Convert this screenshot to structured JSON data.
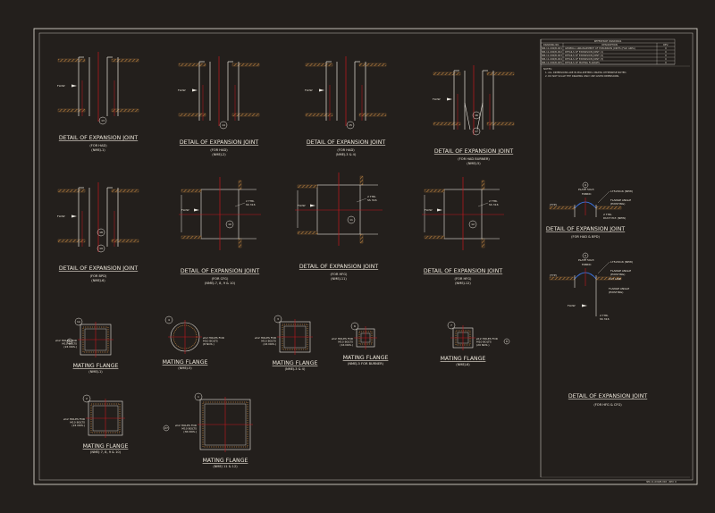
{
  "colors": {
    "background": "#231f1c",
    "line": "#e8e4dc",
    "centerline": "#c4161c",
    "hatch": "#b07a3c",
    "gray": "#8a8580"
  },
  "common": {
    "flow": "FLOW",
    "fabric": "FABRIC",
    "thk_ss316": [
      "2 THK.",
      "SS 316"
    ]
  },
  "details": [
    {
      "title": "DETAIL OF EXPANSION JOINT",
      "subs": [
        "(FOR HAD)",
        "(NMEJ-1)"
      ],
      "tag": "13"
    },
    {
      "title": "DETAIL OF EXPANSION JOINT",
      "subs": [
        "(FOR HAD)",
        "(NMEJ-2)"
      ],
      "tag": "14"
    },
    {
      "title": "DETAIL OF EXPANSION JOINT",
      "subs": [
        "(FOR HAD)",
        "(NMEJ-3 & 4)"
      ],
      "tag": "15"
    },
    {
      "title": "DETAIL OF EXPANSION JOINT",
      "subs": [
        "(FOR HAD BURNER)",
        "(NMEJ-5)"
      ],
      "tags": [
        "16",
        "17"
      ]
    },
    {
      "title": "DETAIL OF EXPANSION JOINT",
      "subs": [
        "(FOR BPD)",
        "(NMEJ-6)"
      ],
      "tags": [
        "18",
        "19"
      ]
    },
    {
      "title": "DETAIL OF EXPANSION JOINT",
      "subs": [
        "(FOR CFG)",
        "(NMEJ-7, 8, 9 & 10)"
      ],
      "tag": "10"
    },
    {
      "title": "DETAIL OF EXPANSION JOINT",
      "subs": [
        "(FOR HFG)",
        "(NMEJ-11)"
      ],
      "tag": "11"
    },
    {
      "title": "DETAIL OF EXPANSION JOINT",
      "subs": [
        "(FOR HFG)",
        "(NMEJ-12)"
      ],
      "tag": "12"
    }
  ],
  "flanges": [
    {
      "title": "MATING FLANGE",
      "sub": "(NMEJ-1)",
      "tags": [
        "24",
        "1A"
      ],
      "holes": [
        "ø12 HOLES FOR",
        "M10 BOLTS",
        "(24 NOS.)"
      ]
    },
    {
      "title": "MATING FLANGE",
      "sub": "(NMEJ-5)",
      "tags": [
        "4"
      ],
      "holes": [
        "ø12 HOLES FOR",
        "M10 BOLTS",
        "(8 NOS.)"
      ]
    },
    {
      "title": "MATING FLANGE",
      "sub": "(NMEJ-3 & 4)",
      "tags": [
        "3"
      ],
      "holes": [
        "ø12 HOLES FOR",
        "M10 BOLTS",
        "(24 NOS.)"
      ]
    },
    {
      "title": "MATING FLANGE",
      "sub": "(NMEJ-5 FOR BURNER)",
      "tags": [
        "6"
      ],
      "holes": [
        "ø12 HOLES FOR",
        "M10 BOLTS",
        "(16 NOS.)"
      ]
    },
    {
      "title": "MATING FLANGE",
      "sub": "(NMEJ-6)",
      "tags": [
        "7",
        "8"
      ],
      "holes": [
        "ø12 HOLES FOR",
        "M10 BOLTS",
        "(20 NOS.)"
      ]
    },
    {
      "title": "MATING FLANGE",
      "sub": "(NMEJ 7, 8, 9 & 10)",
      "tags": [
        "2"
      ],
      "holes": [
        "ø12 HOLES FOR",
        "M10 BOLTS",
        "(24 NOS.)"
      ]
    },
    {
      "title": "MATING FLANGE",
      "sub": "(NMEJ 11 & 12)",
      "tags": [
        "1",
        "27"
      ],
      "holes": [
        "ø12 HOLES FOR",
        "M10 BOLTS",
        "(36 NOS.)"
      ]
    }
  ],
  "sections": [
    {
      "title": "DETAIL OF EXPANSION JOINT",
      "sub": "(FOR HAD & BPD)",
      "tag": "9",
      "plate": "PLATE 50x3",
      "angle1": "L75x50x6 (NEW)",
      "angle2": [
        "FLANGE ANGLE",
        "(EXISTING)"
      ],
      "duct": [
        "2 THK.",
        "DUCT PLT. (NEW)"
      ],
      "typ": "(TYP)"
    },
    {
      "tag": "9",
      "plate": "PLATE 50x3",
      "angle1": "L75x50x6 (NEW)",
      "cut": "CUT LINE",
      "angle2": [
        "FLANGE ANGLE",
        "(EXISTING)"
      ],
      "thk": [
        "2 THK.",
        "SS 316"
      ],
      "typ": "(TYP)",
      "flow": "FLOW"
    }
  ],
  "right_title": {
    "title": "DETAIL OF EXPANSION JOINT",
    "sub": "(FOR HFG & CFG)"
  },
  "ref_table": {
    "title": "REFERENCE DRAWINGS",
    "headers": [
      "DRAWING NO.",
      "DESCRIPTION",
      "REV."
    ],
    "rows": [
      [
        "NM-11-000/B-001",
        "GENERAL ARRANGEMENT OF EXPANSION JOINTS (FGD AREA)",
        "0"
      ],
      [
        "NM-11-000/B-002",
        "DETAILS OF EXPANSION JOINT (1)",
        "0"
      ],
      [
        "NM-11-000/B-003",
        "DETAILS OF EXPANSION JOINT (2)",
        "0"
      ],
      [
        "NM-11-000/B-004",
        "DETAILS OF EXPANSION JOINT (3)",
        "0"
      ],
      [
        "NM-11-000/B-005",
        "DETAILS OF MATING FLANGES",
        "0"
      ]
    ]
  },
  "notes": {
    "heading": "NOTES:",
    "items": [
      "1. ALL DIMENSIONS ARE IN MILLIMETERS UNLESS OTHERWISE NOTED.",
      "2. DO NOT SCALE THE DRAWING ONLY USE GIVEN DIMENSIONS."
    ]
  },
  "sheet_ref": "NM-11-000/B-002 - REV. 0"
}
